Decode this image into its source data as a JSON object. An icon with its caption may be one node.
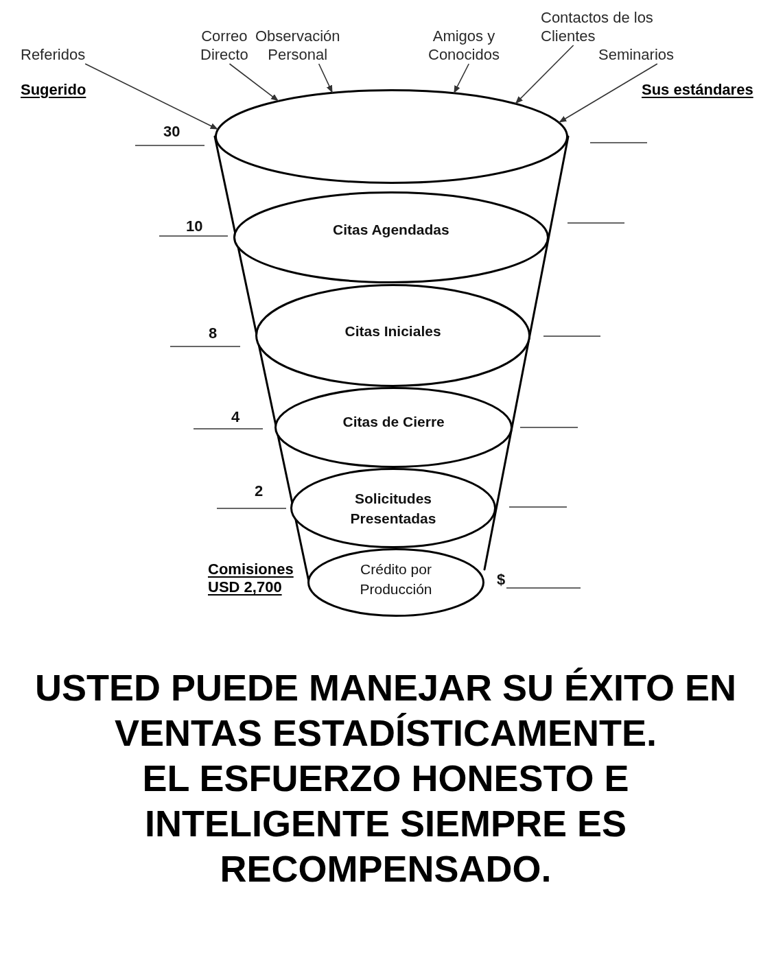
{
  "diagram": {
    "caption": "USTED PUEDE MANEJAR SU ÉXITO EN VENTAS ESTADÍSTICAMENTE.",
    "nodes": [
      {
        "text": [
          "Referidos"
        ]
      },
      {
        "text": [
          "Correo Directo"
        ]
      },
      {
        "text": [
          "Observación Personal"
        ]
      },
      {
        "text": [
          "Amigos y Conocidos"
        ]
      },
      {
        "text": [
          "Contactos de los Clientes"
        ]
      },
      {
        "text": [
          "Seminarios"
        ]
      },
      {
        "text": [],
        "shape": "ellipse",
        "beside": [
          "30"
        ]
      },
      {
        "text": [
          "Citas Agendadas"
        ],
        "beside": [
          "10"
        ]
      },
      {
        "text": [
          "Citas Iniciales"
        ],
        "beside": [
          "8"
        ]
      },
      {
        "text": [
          "Citas de Cierre"
        ],
        "beside": [
          "4"
        ]
      },
      {
        "text": [
          "Solicitudes Presentadas"
        ],
        "beside": [
          "2"
        ]
      },
      {
        "text": [
          "Crédito por Producción"
        ],
        "beside": [
          "Comisiones USD 2,700",
          "$"
        ]
      }
    ],
    "edges": [
      {
        "from": 0,
        "to": 6,
        "arrow": "to"
      },
      {
        "from": 1,
        "to": 6,
        "arrow": "to"
      },
      {
        "from": 2,
        "to": 6,
        "arrow": "to"
      },
      {
        "from": 3,
        "to": 6,
        "arrow": "to"
      },
      {
        "from": 4,
        "to": 6,
        "arrow": "to"
      },
      {
        "from": 5,
        "to": 6,
        "arrow": "to"
      }
    ],
    "labels": [
      "Sugerido",
      "Sus estándares",
      "EL ESFUERZO HONESTO E INTELIGENTE SIEMPRE ES RECOMPENSADO."
    ]
  }
}
